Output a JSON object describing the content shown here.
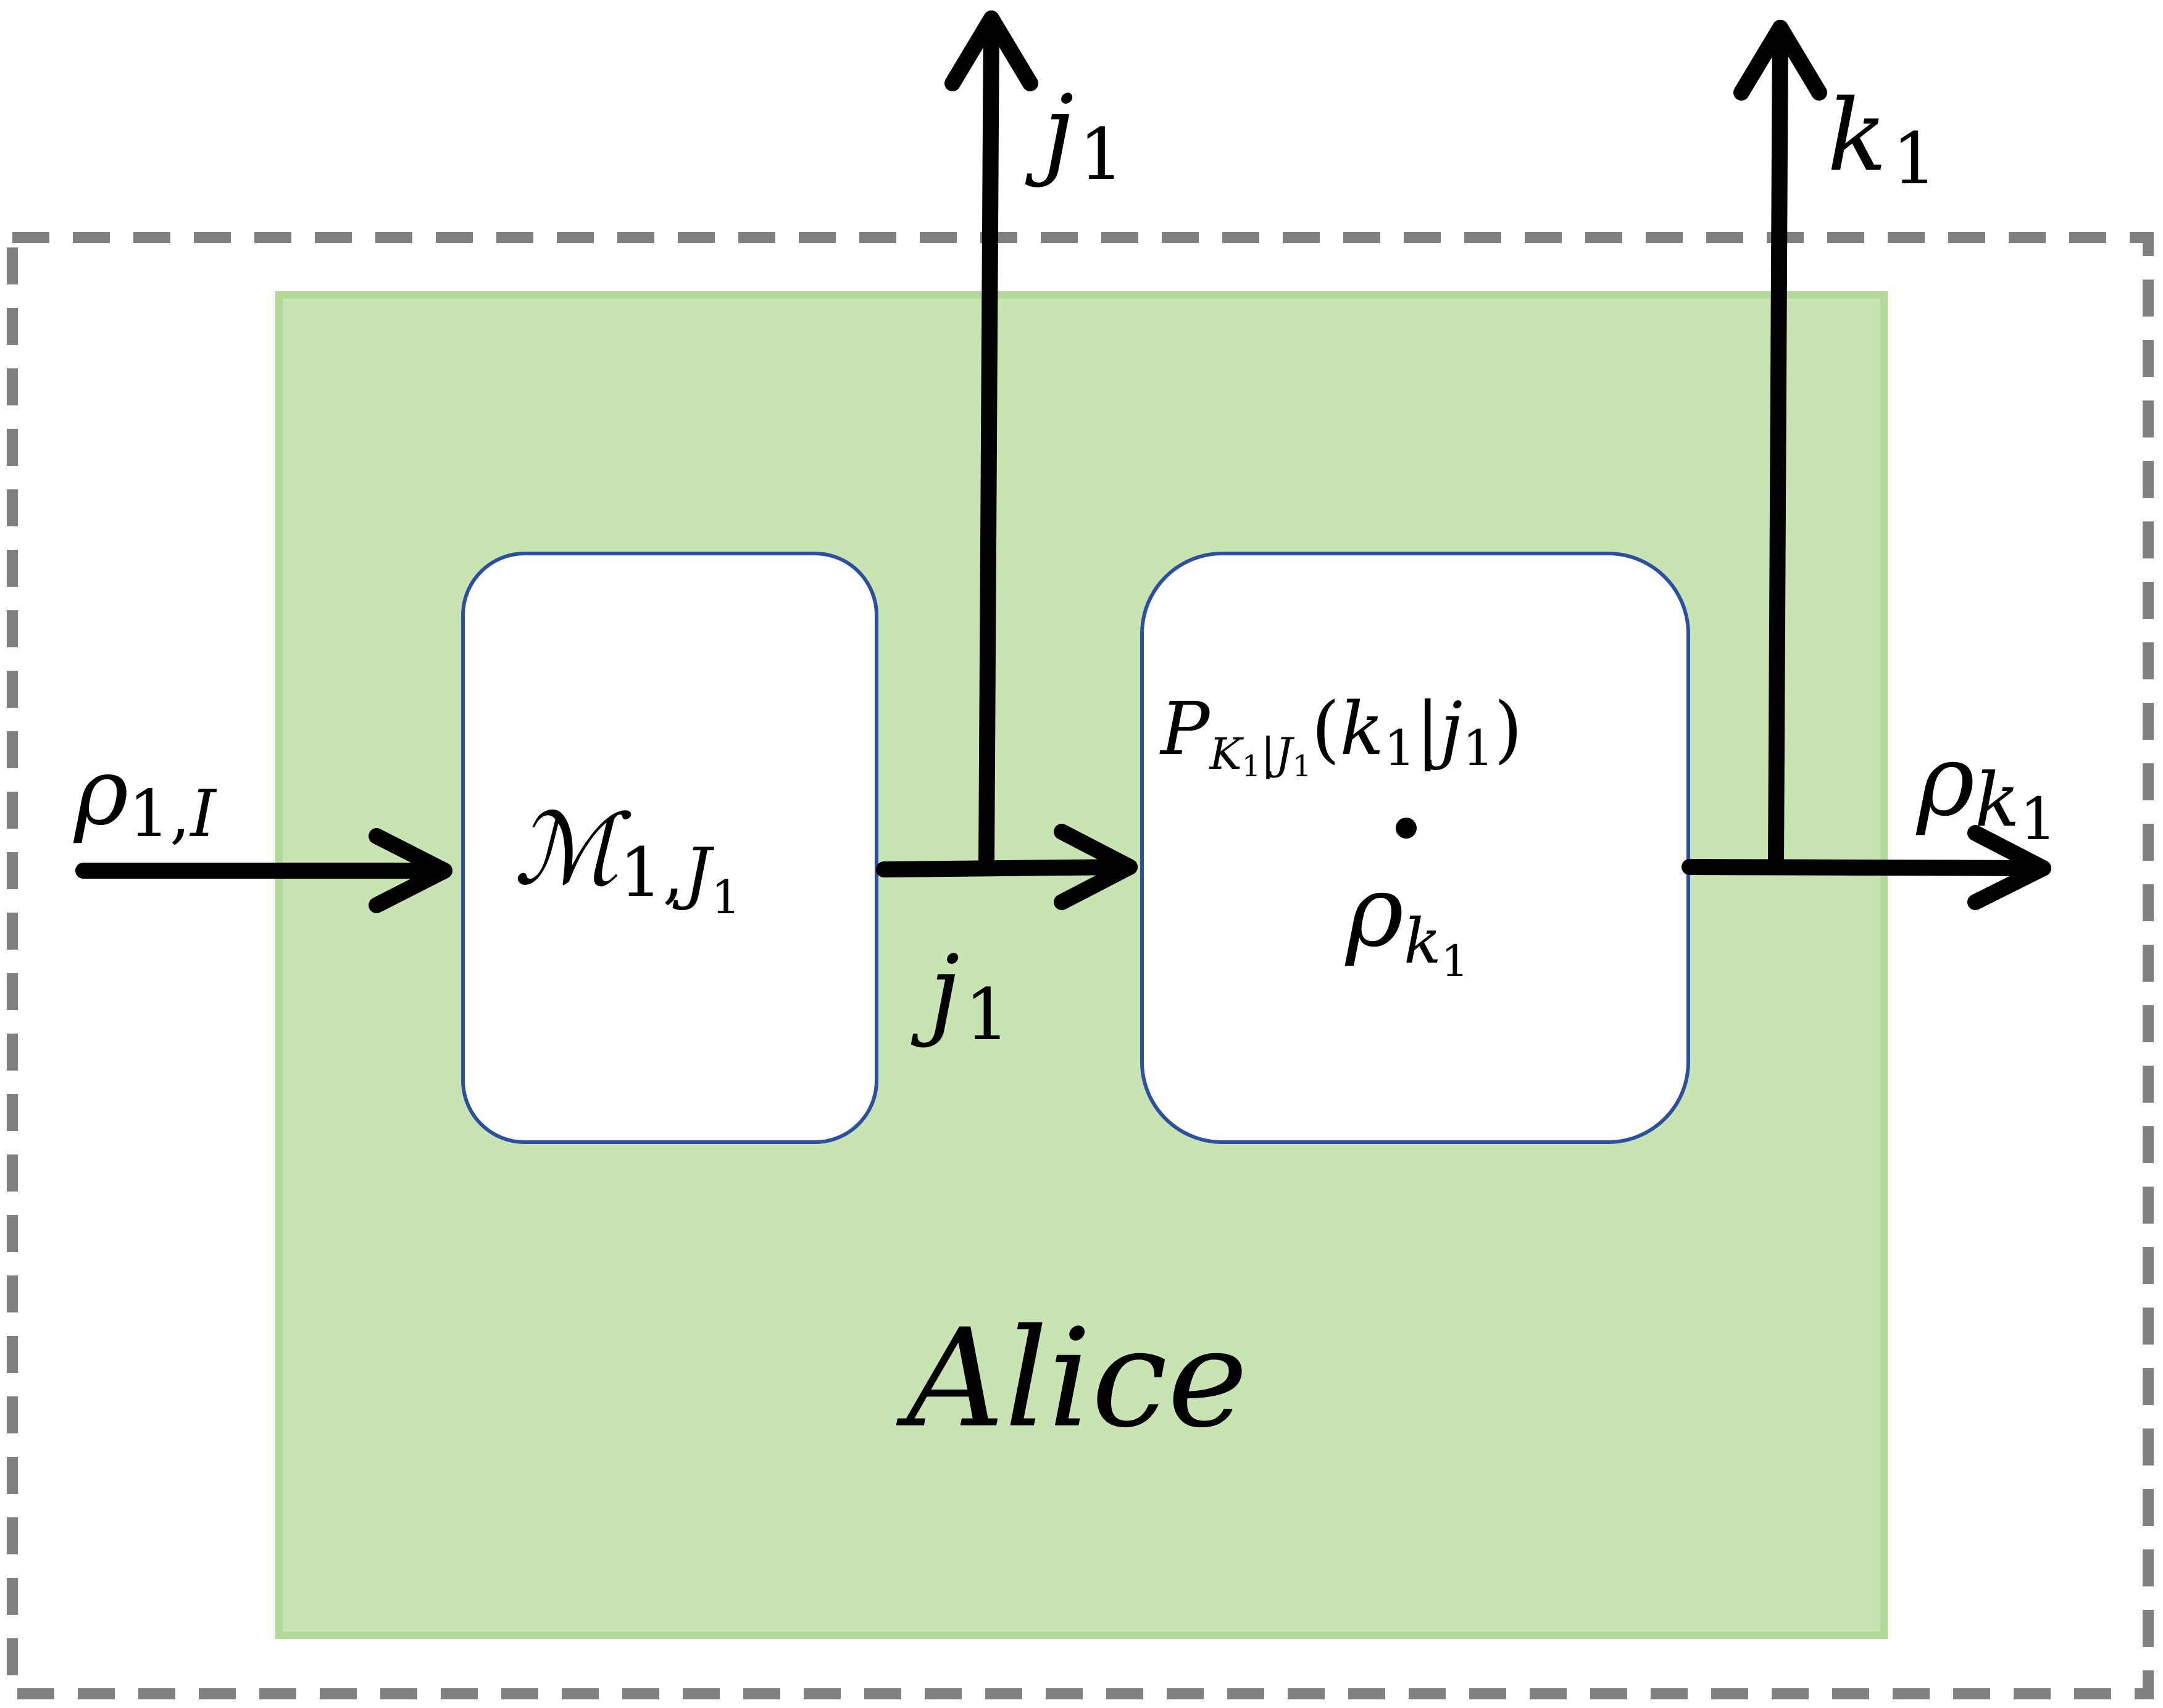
{
  "colors": {
    "background": "#ffffff",
    "outer_dashed_border": "#808080",
    "alice_region_fill": "#c8e4b3",
    "alice_region_border": "#b2d99a",
    "box_fill": "#ffffff",
    "box_border": "#2c4fa0",
    "arrow": "#000000",
    "text": "#000000"
  },
  "labels": {
    "input_state": {
      "base": "ρ",
      "sub": "1,",
      "sub_italic": "I"
    },
    "measurement": {
      "base": "ℳ",
      "sub": "1,",
      "sub_italic": "J",
      "subsub": "1"
    },
    "outcome_mid": {
      "base": "j",
      "sub": "1"
    },
    "outcome_top_j": {
      "base": "j",
      "sub": "1"
    },
    "prob": {
      "base": "P",
      "sub_K": "K",
      "sub_K_index": "1",
      "sub_bar": "|",
      "sub_J": "J",
      "sub_J_index": "1",
      "open": "(",
      "k": "k",
      "k_index": "1",
      "bar": "|",
      "j": "j",
      "j_index": "1",
      "close": ")"
    },
    "prepared_state": {
      "base": "ρ",
      "sub": "k",
      "sub_index": "1"
    },
    "outcome_top_k": {
      "base": "k",
      "sub": "1"
    },
    "output_state": {
      "base": "ρ",
      "sub": "k",
      "sub_index": "1"
    },
    "region_name": "Alice"
  },
  "icons": {
    "arrow_head": "open-chevron-arrowhead",
    "dot": "filled-dot"
  }
}
